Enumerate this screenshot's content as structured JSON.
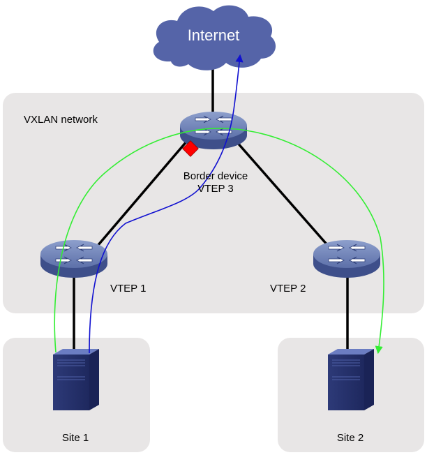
{
  "cloud": {
    "label": "Internet"
  },
  "network": {
    "label": "VXLAN network"
  },
  "border": {
    "line1": "Border device",
    "line2": "VTEP 3"
  },
  "vteps": [
    {
      "label": "VTEP 1"
    },
    {
      "label": "VTEP 2"
    }
  ],
  "sites": [
    {
      "label": "Site 1"
    },
    {
      "label": "Site 2"
    }
  ],
  "colors": {
    "zone": "#e8e6e6",
    "cloud": "#5564a8",
    "device": "#5b6fa8",
    "link": "#000000",
    "path_local": "#1010d0",
    "path_remote": "#33ee33",
    "marker": "#ff0000"
  },
  "icons": [
    "cloud-icon",
    "router-icon",
    "server-icon",
    "gateway-marker-icon"
  ]
}
